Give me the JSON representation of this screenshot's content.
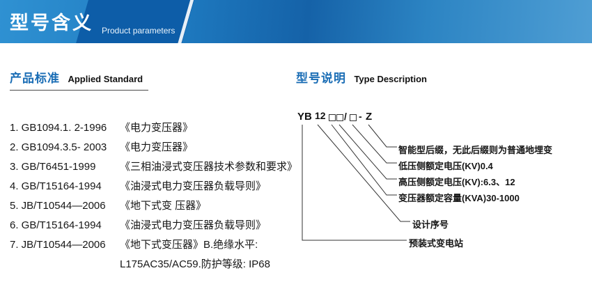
{
  "banner": {
    "title": "型号含义",
    "subtitle": "Product parameters"
  },
  "colors": {
    "banner_blue": "#1c77bd",
    "banner_dark_blue": "#0d5da8",
    "heading_blue": "#1a6db5"
  },
  "left": {
    "heading_zh": "产品标准",
    "heading_en": "Applied Standard",
    "items": [
      {
        "code": "1. GB1094.1. 2-1996",
        "title": "《电力变压器》"
      },
      {
        "code": "2. GB1094.3.5- 2003",
        "title": "《电力变压器》"
      },
      {
        "code": "3. GB/T6451-1999",
        "title": "《三相油浸式变压器技术参数和要求》"
      },
      {
        "code": "4. GB/T15164-1994",
        "title": "《油浸式电力变压器负载导则》"
      },
      {
        "code": "5. JB/T10544—2006",
        "title": "《地下式变 压器》"
      },
      {
        "code": "6. GB/T15164-1994",
        "title": "《油浸式电力变压器负载导则》"
      },
      {
        "code": "7. JB/T10544—2006",
        "title": "《地下式变压器》B.绝缘水平:"
      },
      {
        "code": "",
        "title": "L175AC35/AC59.防护等级: IP68"
      }
    ]
  },
  "right": {
    "heading_zh": "型号说明",
    "heading_en": "Type Description",
    "model": {
      "series": "YB",
      "design": "12",
      "sep": "/",
      "dash": "-",
      "suffix": "Z"
    },
    "labels": [
      "智能型后缀，无此后缀则为普通地埋变",
      "低压侧额定电压(KV)0.4",
      "高压侧额定电压(KV):6.3、12",
      "变压器额定容量(KVA)30-1000",
      "设计序号",
      "预装式变电站"
    ]
  }
}
